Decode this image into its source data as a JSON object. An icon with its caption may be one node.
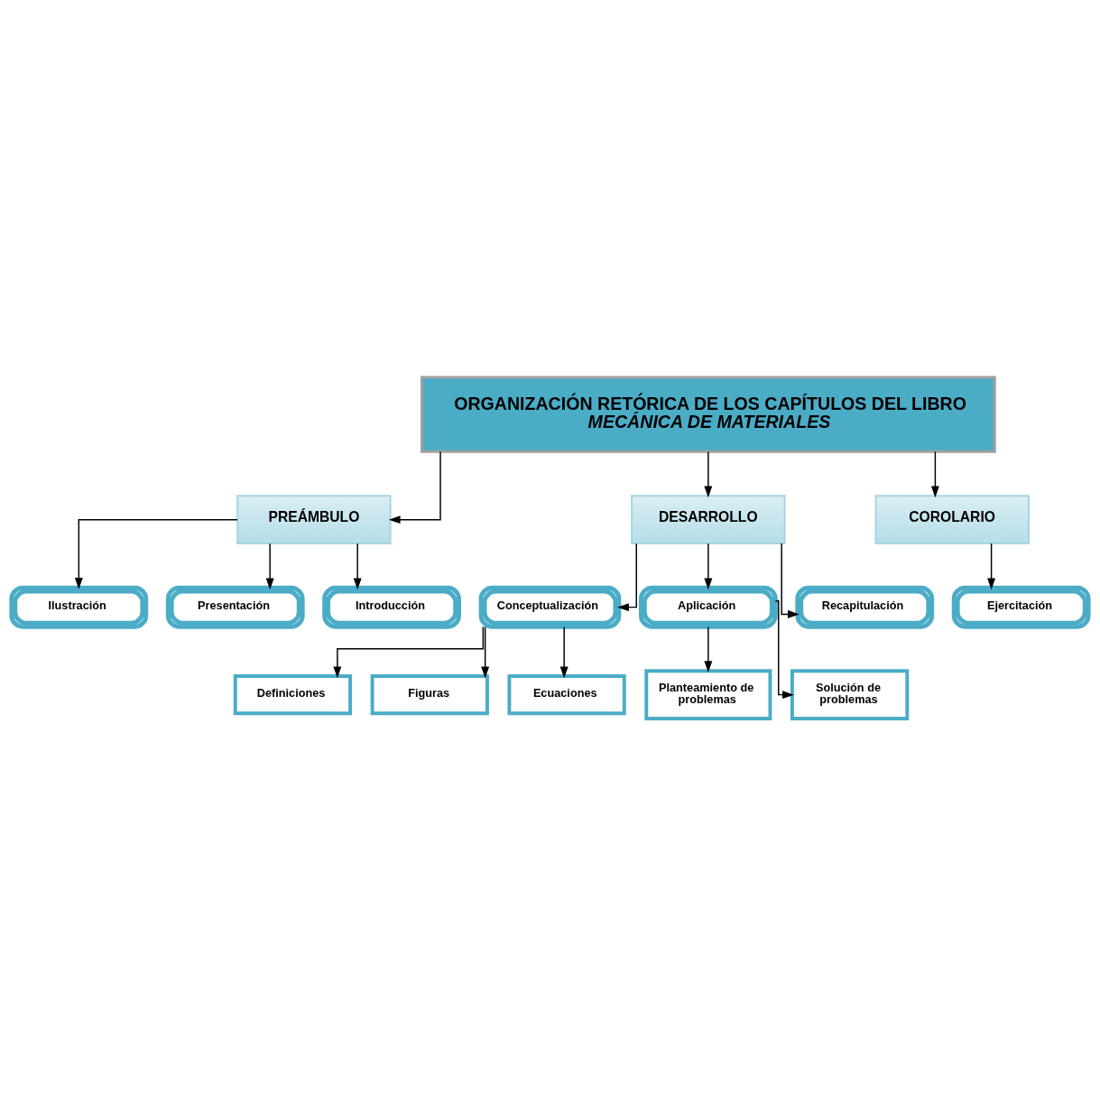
{
  "diagram": {
    "nodes": [
      {
        "text": [
          "ORGANIZACIÓN RETÓRICA DE LOS CAPÍTULOS DEL LIBRO *MECÁNICA DE MATERIALES*"
        ]
      },
      {
        "text": [
          "PREÁMBULO"
        ]
      },
      {
        "text": [
          "DESARROLLO"
        ]
      },
      {
        "text": [
          "COROLARIO"
        ]
      },
      {
        "text": [
          "Ilustración"
        ]
      },
      {
        "text": [
          "Presentación"
        ]
      },
      {
        "text": [
          "Introducción"
        ]
      },
      {
        "text": [
          "Conceptualización"
        ]
      },
      {
        "text": [
          "Definiciones"
        ]
      },
      {
        "text": [
          "Figuras"
        ]
      },
      {
        "text": [
          "Ecuaciones"
        ]
      },
      {
        "text": [
          "Aplicación"
        ]
      },
      {
        "text": [
          "Planteamiento de problemas"
        ]
      },
      {
        "text": [
          "Solución de problemas"
        ]
      },
      {
        "text": [
          "Recapitulación"
        ]
      },
      {
        "text": [
          "Ejercitación"
        ]
      }
    ],
    "edges": [
      {
        "from": 0,
        "to": 1,
        "arrow": "to"
      },
      {
        "from": 0,
        "to": 2,
        "arrow": "to"
      },
      {
        "from": 0,
        "to": 3,
        "arrow": "to"
      },
      {
        "from": 1,
        "to": 4,
        "arrow": "to"
      },
      {
        "from": 1,
        "to": 5,
        "arrow": "to"
      },
      {
        "from": 1,
        "to": 6,
        "arrow": "to"
      },
      {
        "from": 2,
        "to": 7,
        "arrow": "to"
      },
      {
        "from": 7,
        "to": 8,
        "arrow": "to"
      },
      {
        "from": 7,
        "to": 9,
        "arrow": "to"
      },
      {
        "from": 7,
        "to": 10,
        "arrow": "to"
      },
      {
        "from": 2,
        "to": 11,
        "arrow": "to"
      },
      {
        "from": 11,
        "to": 12,
        "arrow": "to"
      },
      {
        "from": 11,
        "to": 13,
        "arrow": "to"
      },
      {
        "from": 2,
        "to": 14,
        "arrow": "to"
      },
      {
        "from": 3,
        "to": 15,
        "arrow": "to"
      }
    ]
  }
}
